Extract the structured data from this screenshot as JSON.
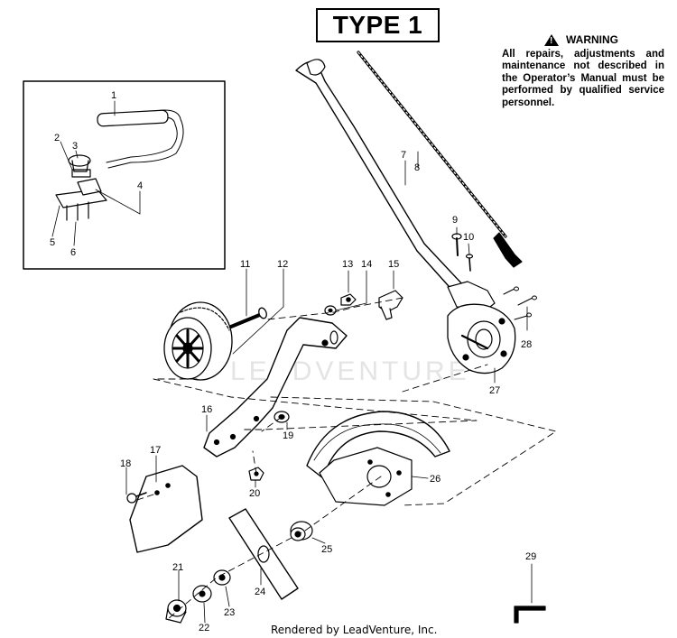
{
  "title": "TYPE 1",
  "warning": {
    "heading": "WARNING",
    "text": "All repairs, adjustments and maintenance not described in the Operator’s Manual must be performed by qualified service personnel."
  },
  "watermark": "LEADVENTURE",
  "footer": "Rendered by LeadVenture, Inc.",
  "callouts": {
    "c1": "1",
    "c2": "2",
    "c3": "3",
    "c4": "4",
    "c5": "5",
    "c6": "6",
    "c7": "7",
    "c8": "8",
    "c9": "9",
    "c10": "10",
    "c11": "11",
    "c12": "12",
    "c13": "13",
    "c14": "14",
    "c15": "15",
    "c16": "16",
    "c17": "17",
    "c18": "18",
    "c19": "19",
    "c20": "20",
    "c21": "21",
    "c22": "22",
    "c23": "23",
    "c24": "24",
    "c25": "25",
    "c26": "26",
    "c27": "27",
    "c28": "28",
    "c29": "29"
  },
  "colors": {
    "ink": "#000000",
    "watermark": "#e4e4e4"
  }
}
